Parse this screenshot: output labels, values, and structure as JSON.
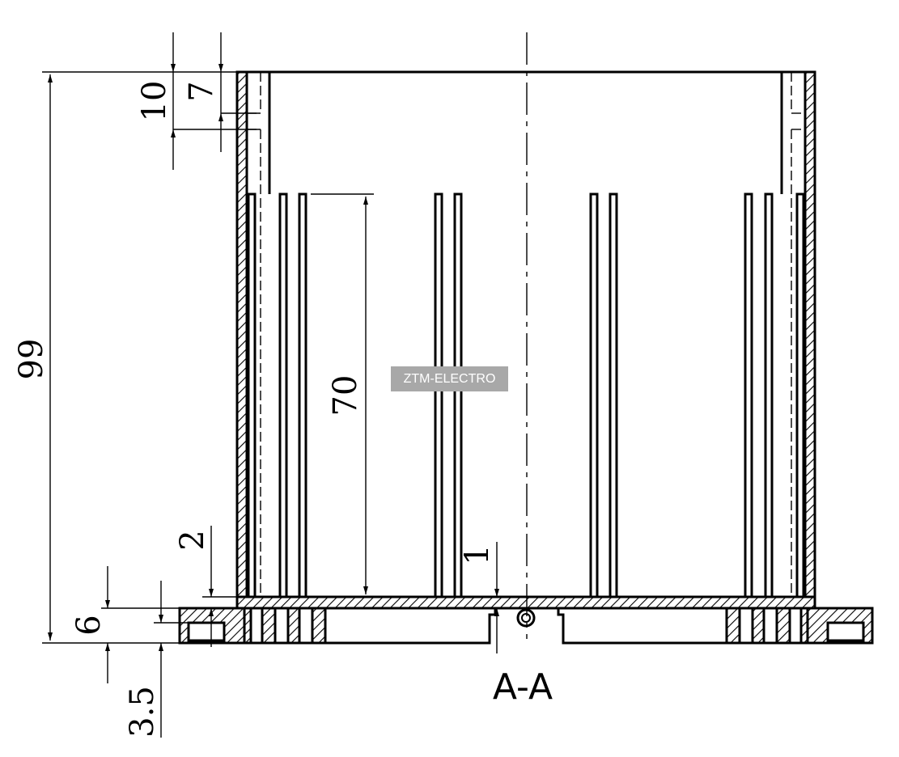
{
  "drawing": {
    "dimensions": {
      "overall_height": "99",
      "top_step_outer": "10",
      "top_step_inner": "7",
      "fin_height": "70",
      "base_thickness": "2",
      "foot_height": "6",
      "foot_step": "3.5",
      "fin_gap_marker": "1"
    },
    "section_label": "A-A",
    "watermark": "ZTM-ELECTRO",
    "colors": {
      "line": "#000000",
      "watermark_bg": "#a8a8a8",
      "watermark_text": "#ffffff"
    }
  }
}
